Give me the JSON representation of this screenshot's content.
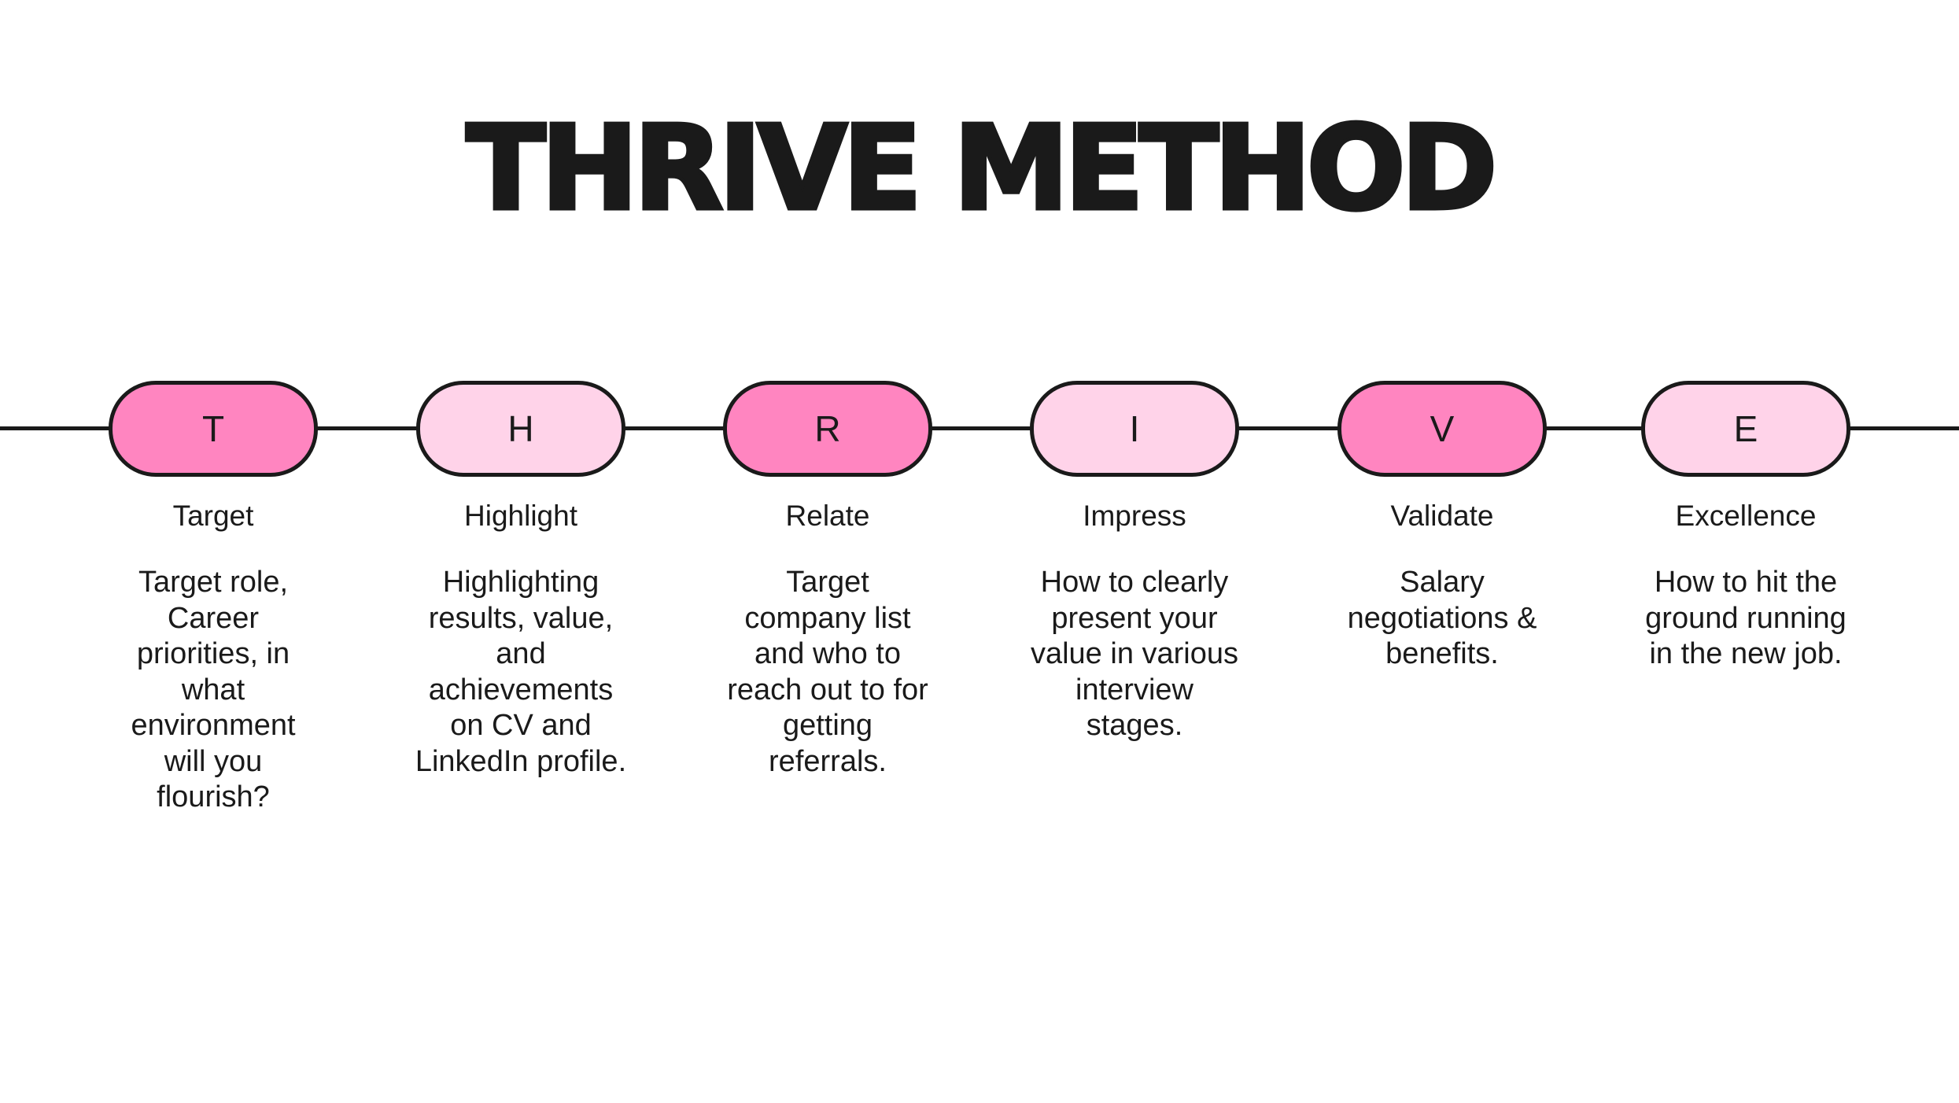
{
  "title": "THRIVE METHOD",
  "colors": {
    "dark_pink": "#ff85c0",
    "light_pink": "#ffd3e9",
    "outline": "#1a1a1a"
  },
  "steps": [
    {
      "letter": "T",
      "label": "Target",
      "description": "Target role, Career priorities, in what environment will you flourish?",
      "shade": "dark"
    },
    {
      "letter": "H",
      "label": "Highlight",
      "description": "Highlighting results, value, and achievements on CV and LinkedIn profile.",
      "shade": "light"
    },
    {
      "letter": "R",
      "label": "Relate",
      "description": "Target company list and who to reach out to for getting referrals.",
      "shade": "dark"
    },
    {
      "letter": "I",
      "label": "Impress",
      "description": "How to clearly present your value in various interview stages.",
      "shade": "light"
    },
    {
      "letter": "V",
      "label": "Validate",
      "description": "Salary negotiations & benefits.",
      "shade": "dark"
    },
    {
      "letter": "E",
      "label": "Excellence",
      "description": "How to hit the ground running in the new job.",
      "shade": "light"
    }
  ]
}
